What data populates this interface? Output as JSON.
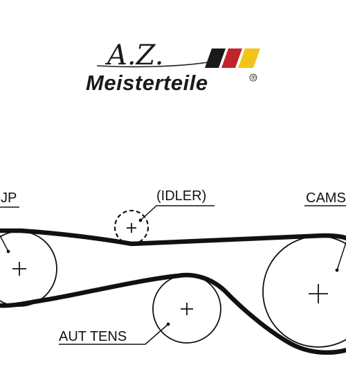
{
  "brand": {
    "monogram": "A.Z.",
    "name": "Meisterteile",
    "registered": "®",
    "flag_colors": [
      "#1a1a1a",
      "#c0242b",
      "#f2c318"
    ]
  },
  "labels": {
    "pump": "JP",
    "idler": "(IDLER)",
    "camshaft": "CAMS",
    "tensioner": "AUT TENS"
  },
  "colors": {
    "ink": "#111111",
    "background": "#ffffff"
  }
}
